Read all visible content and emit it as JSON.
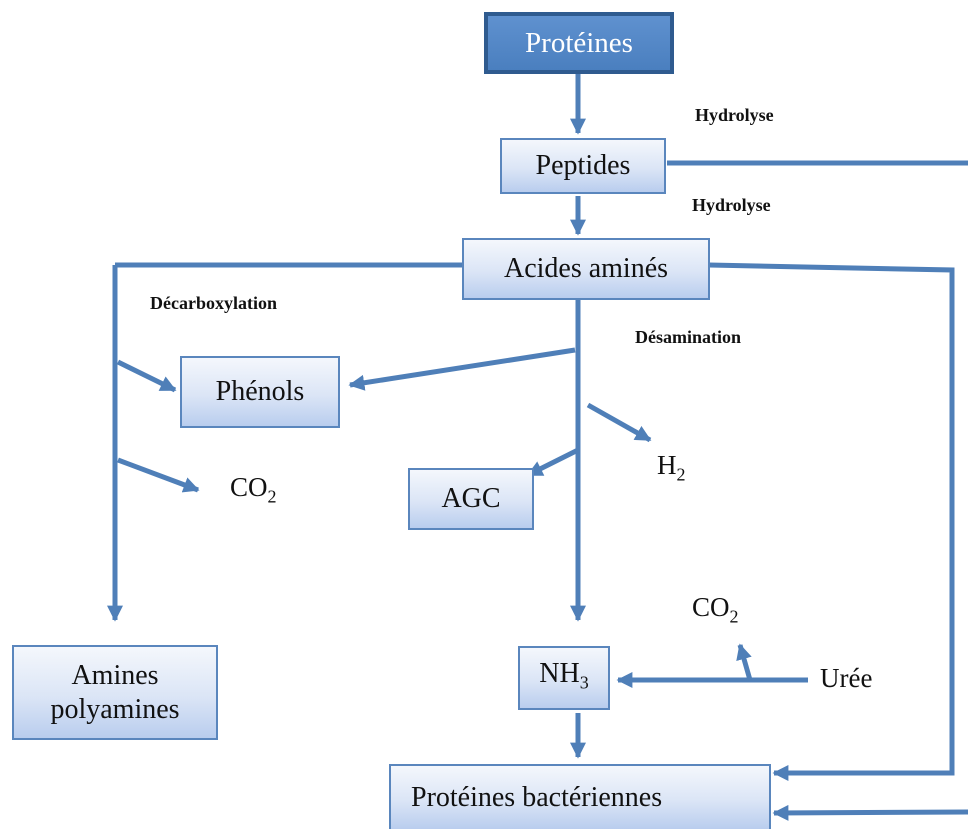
{
  "nodes": {
    "proteines": "Protéines",
    "peptides": "Peptides",
    "acides_amines": "Acides aminés",
    "phenols": "Phénols",
    "agc": "AGC",
    "amines_line1": "Amines",
    "amines_line2": "polyamines",
    "nh3_base": "NH",
    "nh3_sub": "3",
    "proteines_bacteriennes": "Protéines bactériennes"
  },
  "labels": {
    "hydrolyse_1": "Hydrolyse",
    "hydrolyse_2": "Hydrolyse",
    "decarboxylation": "Décarboxylation",
    "desamination": "Désamination"
  },
  "products": {
    "co2_left_base": "CO",
    "co2_left_sub": "2",
    "h2_base": "H",
    "h2_sub": "2",
    "co2_right_base": "CO",
    "co2_right_sub": "2",
    "uree": "Urée"
  },
  "colors": {
    "arrow": "#4f7fb8",
    "main_box": "#4a7fbf",
    "box_border": "#5a86bd"
  }
}
